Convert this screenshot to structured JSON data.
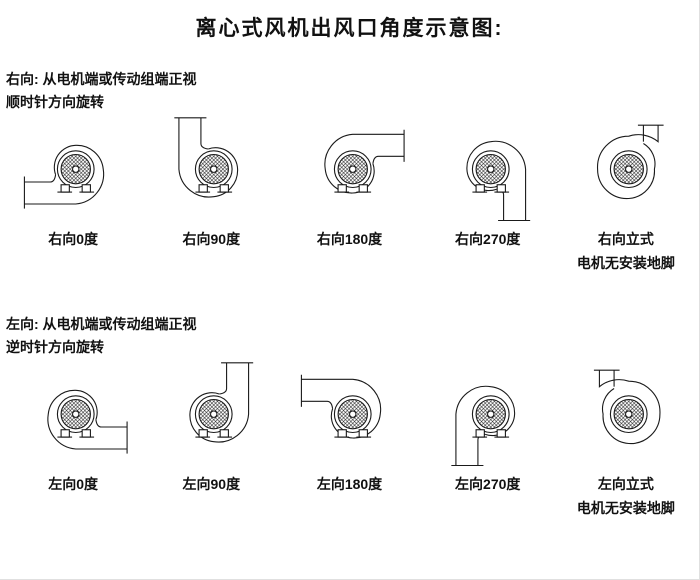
{
  "title": "离心式风机出风口角度示意图:",
  "line_color": "#1a1a1a",
  "sections": [
    {
      "id": "right-hand",
      "note_line1": "右向: 从电机端或传动组端正视",
      "note_line2": "顺时针方向旋转",
      "fans": [
        {
          "label": "右向0度",
          "angle": 0,
          "hand": "right"
        },
        {
          "label": "右向90度",
          "angle": 90,
          "hand": "right"
        },
        {
          "label": "右向180度",
          "angle": 180,
          "hand": "right"
        },
        {
          "label": "右向270度",
          "angle": 270,
          "hand": "right"
        },
        {
          "label": "右向立式",
          "label2": "电机无安装地脚",
          "angle": "vertical",
          "hand": "right"
        }
      ]
    },
    {
      "id": "left-hand",
      "note_line1": "左向: 从电机端或传动组端正视",
      "note_line2": "逆时针方向旋转",
      "fans": [
        {
          "label": "左向0度",
          "angle": 0,
          "hand": "left"
        },
        {
          "label": "左向90度",
          "angle": 90,
          "hand": "left"
        },
        {
          "label": "左向180度",
          "angle": 180,
          "hand": "left"
        },
        {
          "label": "左向270度",
          "angle": 270,
          "hand": "left"
        },
        {
          "label": "左向立式",
          "label2": "电机无安装地脚",
          "angle": "vertical",
          "hand": "left"
        }
      ]
    }
  ]
}
